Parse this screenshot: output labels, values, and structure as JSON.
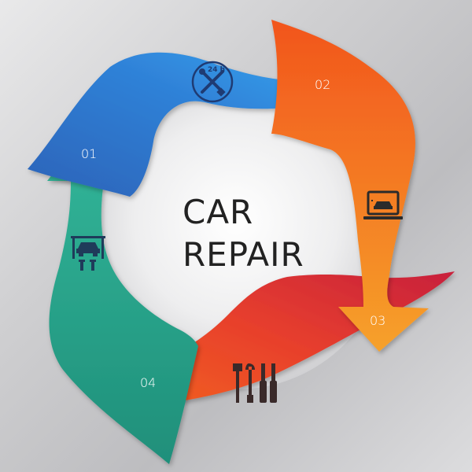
{
  "title": {
    "line1": "CAR",
    "line2": "REPAIR"
  },
  "steps": [
    {
      "number": "01",
      "icon": "car-lift-icon",
      "color": "#2ea98a"
    },
    {
      "number": "02",
      "icon": "24h-service-icon",
      "color": "#2f7fd6",
      "icon_text": "24 h"
    },
    {
      "number": "03",
      "icon": "laptop-diagnostics-icon",
      "color": "#f07a1a"
    },
    {
      "number": "04",
      "icon": "tools-icon",
      "color": "#e8422c"
    }
  ]
}
